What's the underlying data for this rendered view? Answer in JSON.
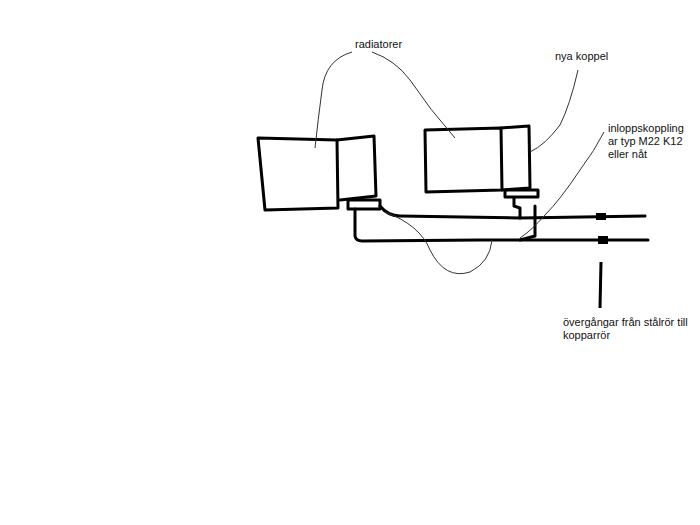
{
  "diagram": {
    "labels": [
      "radiatorer",
      "nya koppel",
      "inloppskopplingar typ M22 K12 eller nåt",
      "övergångar från stålrör till kopparrör"
    ]
  }
}
